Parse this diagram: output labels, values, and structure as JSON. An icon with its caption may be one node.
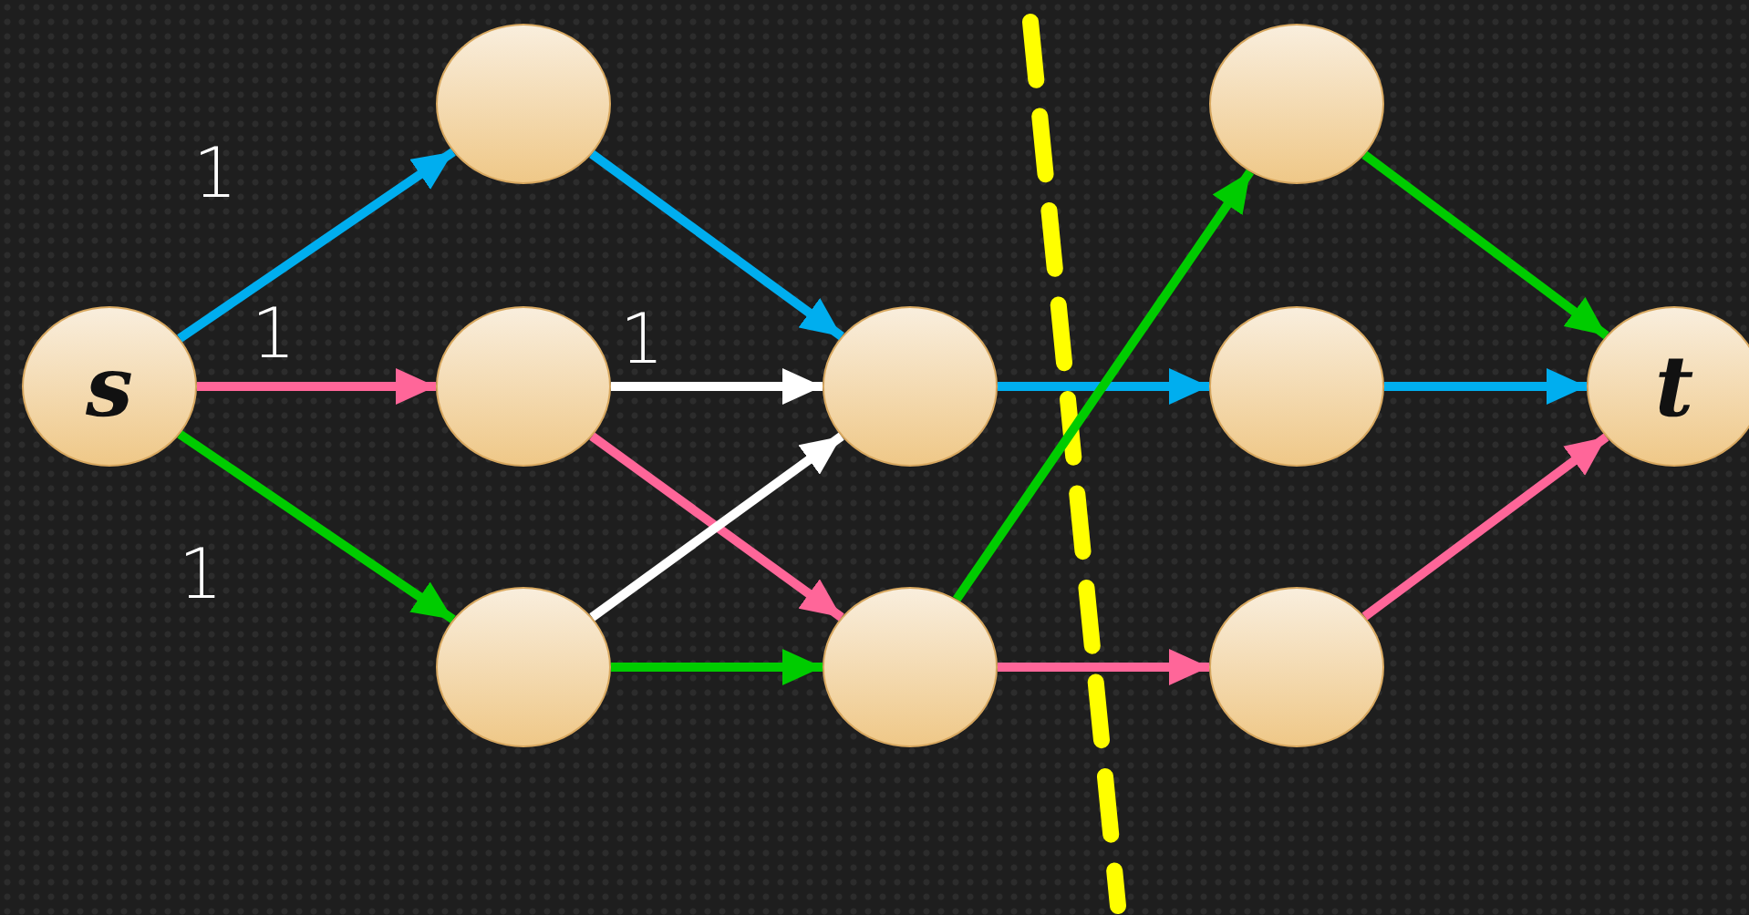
{
  "diagram": {
    "nodes": [
      {
        "text": [
          "s"
        ]
      },
      {
        "text": [],
        "shape": "circle"
      },
      {
        "text": [],
        "shape": "circle"
      },
      {
        "text": [],
        "shape": "circle"
      },
      {
        "text": [],
        "shape": "circle"
      },
      {
        "text": [],
        "shape": "circle"
      },
      {
        "text": [],
        "shape": "circle"
      },
      {
        "text": [],
        "shape": "circle"
      },
      {
        "text": [],
        "shape": "circle"
      },
      {
        "text": [
          "t"
        ]
      }
    ],
    "edges": [
      {
        "from": 0,
        "to": 1,
        "arrow": "to",
        "label": "1",
        "color": "#00aeef"
      },
      {
        "from": 0,
        "to": 2,
        "arrow": "to",
        "label": "1",
        "color": "#ff6699"
      },
      {
        "from": 0,
        "to": 3,
        "arrow": "to",
        "label": "1",
        "color": "#00cc00"
      },
      {
        "from": 1,
        "to": 4,
        "arrow": "to",
        "color": "#00aeef"
      },
      {
        "from": 2,
        "to": 4,
        "arrow": "to",
        "label": "1",
        "color": "#ffffff"
      },
      {
        "from": 2,
        "to": 5,
        "arrow": "to",
        "color": "#ff6699"
      },
      {
        "from": 3,
        "to": 4,
        "arrow": "to",
        "color": "#ffffff"
      },
      {
        "from": 3,
        "to": 5,
        "arrow": "to",
        "color": "#00cc00"
      },
      {
        "from": 4,
        "to": 7,
        "arrow": "to",
        "color": "#00aeef"
      },
      {
        "from": 5,
        "to": 6,
        "arrow": "to",
        "color": "#00cc00"
      },
      {
        "from": 5,
        "to": 8,
        "arrow": "to",
        "color": "#ff6699"
      },
      {
        "from": 6,
        "to": 9,
        "arrow": "to",
        "color": "#00cc00"
      },
      {
        "from": 7,
        "to": 9,
        "arrow": "to",
        "color": "#00aeef"
      },
      {
        "from": 8,
        "to": 9,
        "arrow": "to",
        "color": "#ff6699"
      }
    ]
  }
}
